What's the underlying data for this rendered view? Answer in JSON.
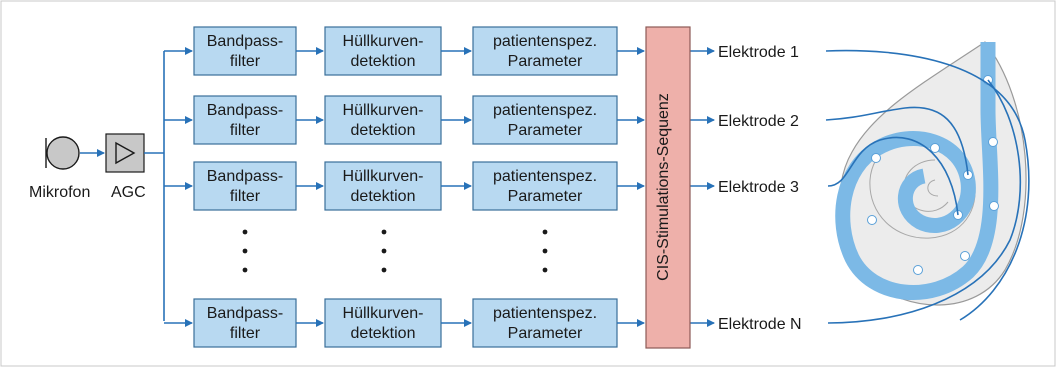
{
  "microphone_label": "Mikrofon",
  "agc_label": "AGC",
  "channels": [
    {
      "bandpass": [
        "Bandpass-",
        "filter"
      ],
      "envelope": [
        "Hüllkurven-",
        "detektion"
      ],
      "params": [
        "patientenspez.",
        "Parameter"
      ],
      "electrode": "Elektrode 1"
    },
    {
      "bandpass": [
        "Bandpass-",
        "filter"
      ],
      "envelope": [
        "Hüllkurven-",
        "detektion"
      ],
      "params": [
        "patientenspez.",
        "Parameter"
      ],
      "electrode": "Elektrode 2"
    },
    {
      "bandpass": [
        "Bandpass-",
        "filter"
      ],
      "envelope": [
        "Hüllkurven-",
        "detektion"
      ],
      "params": [
        "patientenspez.",
        "Parameter"
      ],
      "electrode": "Elektrode 3"
    },
    {
      "bandpass": [
        "Bandpass-",
        "filter"
      ],
      "envelope": [
        "Hüllkurven-",
        "detektion"
      ],
      "params": [
        "patientenspez.",
        "Parameter"
      ],
      "electrode": "Elektrode N"
    }
  ],
  "sequence_label": "CIS-Stimulations-Sequenz",
  "colors": {
    "block_fill": "#b8d9f1",
    "block_stroke": "#3a6f99",
    "wire": "#2872b8",
    "sequence_fill": "#eeb0aa",
    "cochlea_fill": "#ececec",
    "duct": "#7cb9e6"
  }
}
